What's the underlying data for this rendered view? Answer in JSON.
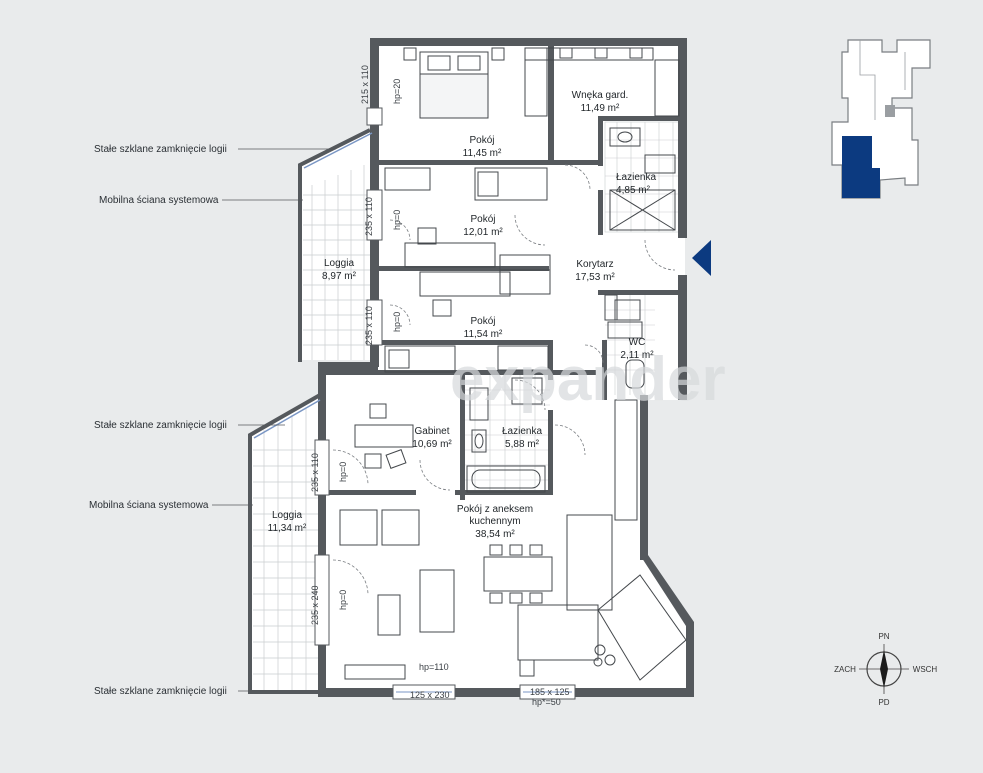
{
  "annotations": {
    "glass_top": "Stałe szklane zamknięcie logii",
    "wall_top": "Mobilna ściana systemowa",
    "glass_mid": "Stałe szklane zamknięcie logii",
    "wall_mid": "Mobilna ściana systemowa",
    "glass_bottom": "Stałe szklane zamknięcie logii"
  },
  "rooms": {
    "pokoj1": {
      "name": "Pokój",
      "area": "11,45 m²"
    },
    "wneka": {
      "name": "Wnęka gard.",
      "area": "11,49 m²"
    },
    "lazienka1": {
      "name": "Łazienka",
      "area": "4,85 m²"
    },
    "pokoj2": {
      "name": "Pokój",
      "area": "12,01 m²"
    },
    "korytarz": {
      "name": "Korytarz",
      "area": "17,53 m²"
    },
    "loggia1": {
      "name": "Loggia",
      "area": "8,97 m²"
    },
    "pokoj3": {
      "name": "Pokój",
      "area": "11,54 m²"
    },
    "wc": {
      "name": "WC",
      "area": "2,11 m²"
    },
    "gabinet": {
      "name": "Gabinet",
      "area": "10,69 m²"
    },
    "lazienka2": {
      "name": "Łazienka",
      "area": "5,88 m²"
    },
    "salon": {
      "name1": "Pokój z aneksem",
      "name2": "kuchennym",
      "area": "38,54 m²"
    },
    "loggia2": {
      "name": "Loggia",
      "area": "11,34 m²"
    }
  },
  "dimensions": {
    "w1": "215 x 110",
    "hp1": "hp=20",
    "w2": "235 x 110",
    "hp2": "hp=0",
    "w3": "235 x 110",
    "hp3": "hp=0",
    "w4": "235 x 110",
    "hp4": "hp=0",
    "w5": "235 x 240",
    "hp5": "hp=0",
    "hp_bottom": "hp=110",
    "w6": "125 x 230",
    "w7": "185 x 125",
    "hp7": "hp*=50"
  },
  "watermark": "expander",
  "compass": {
    "n": "PN",
    "s": "PD",
    "w": "ZACH",
    "e": "WSCH"
  },
  "colors": {
    "wall": "#55595d",
    "floor": "#ffffff",
    "accent": "#0c3a80",
    "background": "#e9ebec"
  }
}
